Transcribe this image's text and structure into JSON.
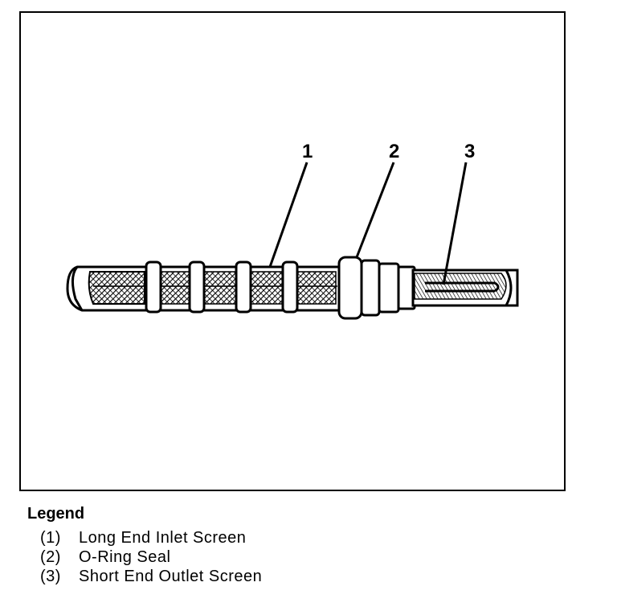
{
  "callouts": {
    "c1": "1",
    "c2": "2",
    "c3": "3"
  },
  "legend": {
    "title": "Legend",
    "items": [
      {
        "num": "(1)",
        "label": "Long End Inlet Screen"
      },
      {
        "num": "(2)",
        "label": "O-Ring Seal"
      },
      {
        "num": "(3)",
        "label": "Short End Outlet Screen"
      }
    ]
  }
}
